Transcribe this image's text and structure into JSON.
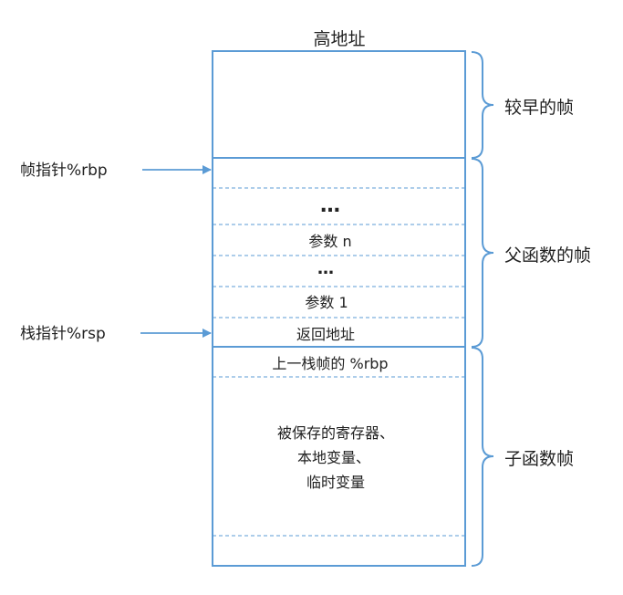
{
  "diagram": {
    "top_label": "高地址",
    "frames": {
      "earlier": "较早的帧",
      "parent": "父函数的帧",
      "child": "子函数帧"
    },
    "pointers": {
      "rbp": "帧指针%rbp",
      "rsp": "栈指针%rsp"
    },
    "cells": {
      "ellipsis_1": "…",
      "arg_n": "参数 n",
      "ellipsis_2": "…",
      "arg_1": "参数 1",
      "return_addr": "返回地址",
      "prev_rbp": "上一栈帧的 %rbp",
      "saved_line1": "被保存的寄存器、",
      "saved_line2": "本地变量、",
      "saved_line3": "临时变量"
    },
    "colors": {
      "line": "#5b9bd5",
      "text": "#222222"
    }
  }
}
